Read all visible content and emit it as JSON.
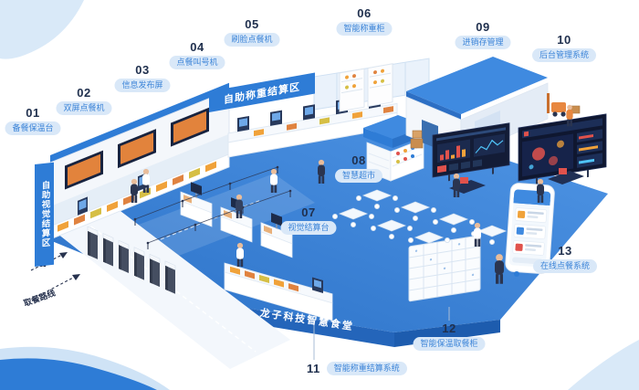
{
  "title": "龙子科技智慧食堂",
  "zones": {
    "visual_area": "自助视觉结算区",
    "weighing_area": "自助称重结算区",
    "route": "取餐路线"
  },
  "callouts": [
    {
      "num": "01",
      "label": "备餐保温台"
    },
    {
      "num": "02",
      "label": "双屏点餐机"
    },
    {
      "num": "03",
      "label": "信息发布屏"
    },
    {
      "num": "04",
      "label": "点餐叫号机"
    },
    {
      "num": "05",
      "label": "刷脸点餐机"
    },
    {
      "num": "06",
      "label": "智能称重柜"
    },
    {
      "num": "07",
      "label": "视觉结算台"
    },
    {
      "num": "08",
      "label": "智慧超市"
    },
    {
      "num": "09",
      "label": "进销存管理"
    },
    {
      "num": "10",
      "label": "后台管理系统"
    },
    {
      "num": "11",
      "label": "智能称重结算系统"
    },
    {
      "num": "12",
      "label": "智能保温取餐柜"
    },
    {
      "num": "13",
      "label": "在线点餐系统"
    }
  ],
  "colors": {
    "primary_blue": "#2e7cd6",
    "floor_blue_light": "#4f95e5",
    "floor_blue_dark": "#2b71c7",
    "pill_bg": "#d9e8f8",
    "pill_text": "#3d85d8",
    "number_text": "#20304e",
    "dashboard_bg": "#131c36",
    "dashboard_alert_red": "#e0524c",
    "food_orange": "#f0a23a",
    "decor_light_blue": "#d9e9f8"
  }
}
